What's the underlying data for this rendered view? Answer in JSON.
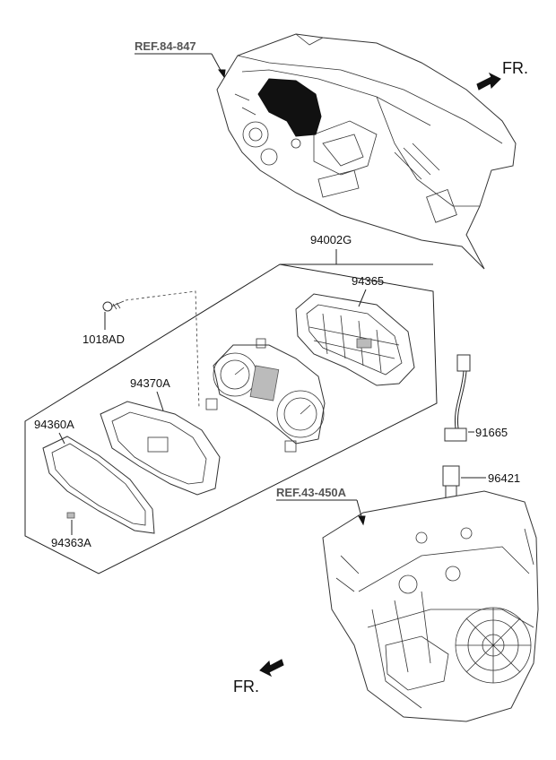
{
  "references": {
    "dashboard": "REF.84-847",
    "transmission": "REF.43-450A"
  },
  "direction": {
    "front_top": "FR.",
    "front_bottom": "FR."
  },
  "parts": {
    "cluster_assy": "94002G",
    "cluster_case": "94365",
    "screw": "1018AD",
    "cluster_face": "94370A",
    "cluster_lens": "94360A",
    "lens_clip": "94363A",
    "speed_sensor_wire": "91665",
    "vehicle_speed_sensor": "96421"
  }
}
